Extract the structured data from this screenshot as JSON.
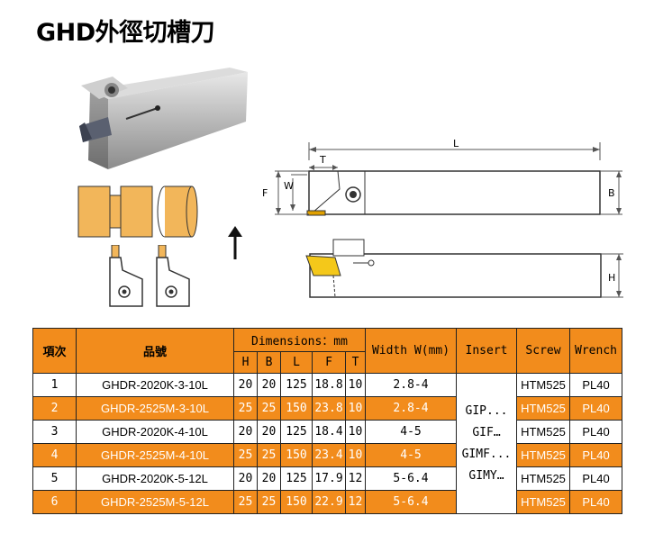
{
  "title": "GHD外徑切槽刀",
  "drawing": {
    "labels": {
      "L": "L",
      "T": "T",
      "F": "F",
      "W": "W",
      "B": "B",
      "H": "H"
    }
  },
  "table": {
    "h_index": "項次",
    "h_model": "品號",
    "h_dimensions": "Dimensions：mm",
    "h_width": "Width W(mm)",
    "h_insert": "Insert",
    "h_screw": "Screw",
    "h_wrench": "Wrench",
    "sub": [
      "H",
      "B",
      "L",
      "F",
      "T"
    ],
    "rows": [
      {
        "no": "1",
        "model": "GHDR-2020K-3-10L",
        "H": "20",
        "B": "20",
        "L": "125",
        "F": "18.8",
        "T": "10",
        "width": "2.8-4",
        "screw": "HTM525",
        "wrench": "PL40"
      },
      {
        "no": "2",
        "model": "GHDR-2525M-3-10L",
        "H": "25",
        "B": "25",
        "L": "150",
        "F": "23.8",
        "T": "10",
        "width": "2.8-4",
        "screw": "HTM525",
        "wrench": "PL40"
      },
      {
        "no": "3",
        "model": "GHDR-2020K-4-10L",
        "H": "20",
        "B": "20",
        "L": "125",
        "F": "18.4",
        "T": "10",
        "width": "4-5",
        "screw": "HTM525",
        "wrench": "PL40"
      },
      {
        "no": "4",
        "model": "GHDR-2525M-4-10L",
        "H": "25",
        "B": "25",
        "L": "150",
        "F": "23.4",
        "T": "10",
        "width": "4-5",
        "screw": "HTM525",
        "wrench": "PL40"
      },
      {
        "no": "5",
        "model": "GHDR-2020K-5-12L",
        "H": "20",
        "B": "20",
        "L": "125",
        "F": "17.9",
        "T": "12",
        "width": "5-6.4",
        "screw": "HTM525",
        "wrench": "PL40"
      },
      {
        "no": "6",
        "model": "GHDR-2525M-5-12L",
        "H": "25",
        "B": "25",
        "L": "150",
        "F": "22.9",
        "T": "12",
        "width": "5-6.4",
        "screw": "HTM525",
        "wrench": "PL40"
      }
    ],
    "insert_lines": [
      "GIP...",
      "GIF…",
      "GIMF...",
      "GIMY…"
    ]
  }
}
